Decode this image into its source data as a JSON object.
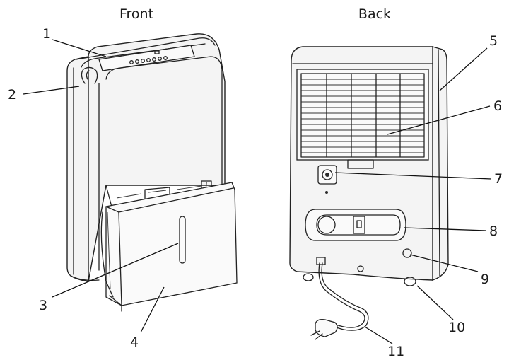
{
  "headings": {
    "front": "Front",
    "back": "Back"
  },
  "callouts": [
    {
      "id": "1",
      "text": "1"
    },
    {
      "id": "2",
      "text": "2"
    },
    {
      "id": "3",
      "text": "3"
    },
    {
      "id": "4",
      "text": "4"
    },
    {
      "id": "5",
      "text": "5"
    },
    {
      "id": "6",
      "text": "6"
    },
    {
      "id": "7",
      "text": "7"
    },
    {
      "id": "8",
      "text": "8"
    },
    {
      "id": "9",
      "text": "9"
    },
    {
      "id": "10",
      "text": "10"
    },
    {
      "id": "11",
      "text": "11"
    }
  ],
  "colors": {
    "line": "#222222",
    "background": "#ffffff"
  }
}
